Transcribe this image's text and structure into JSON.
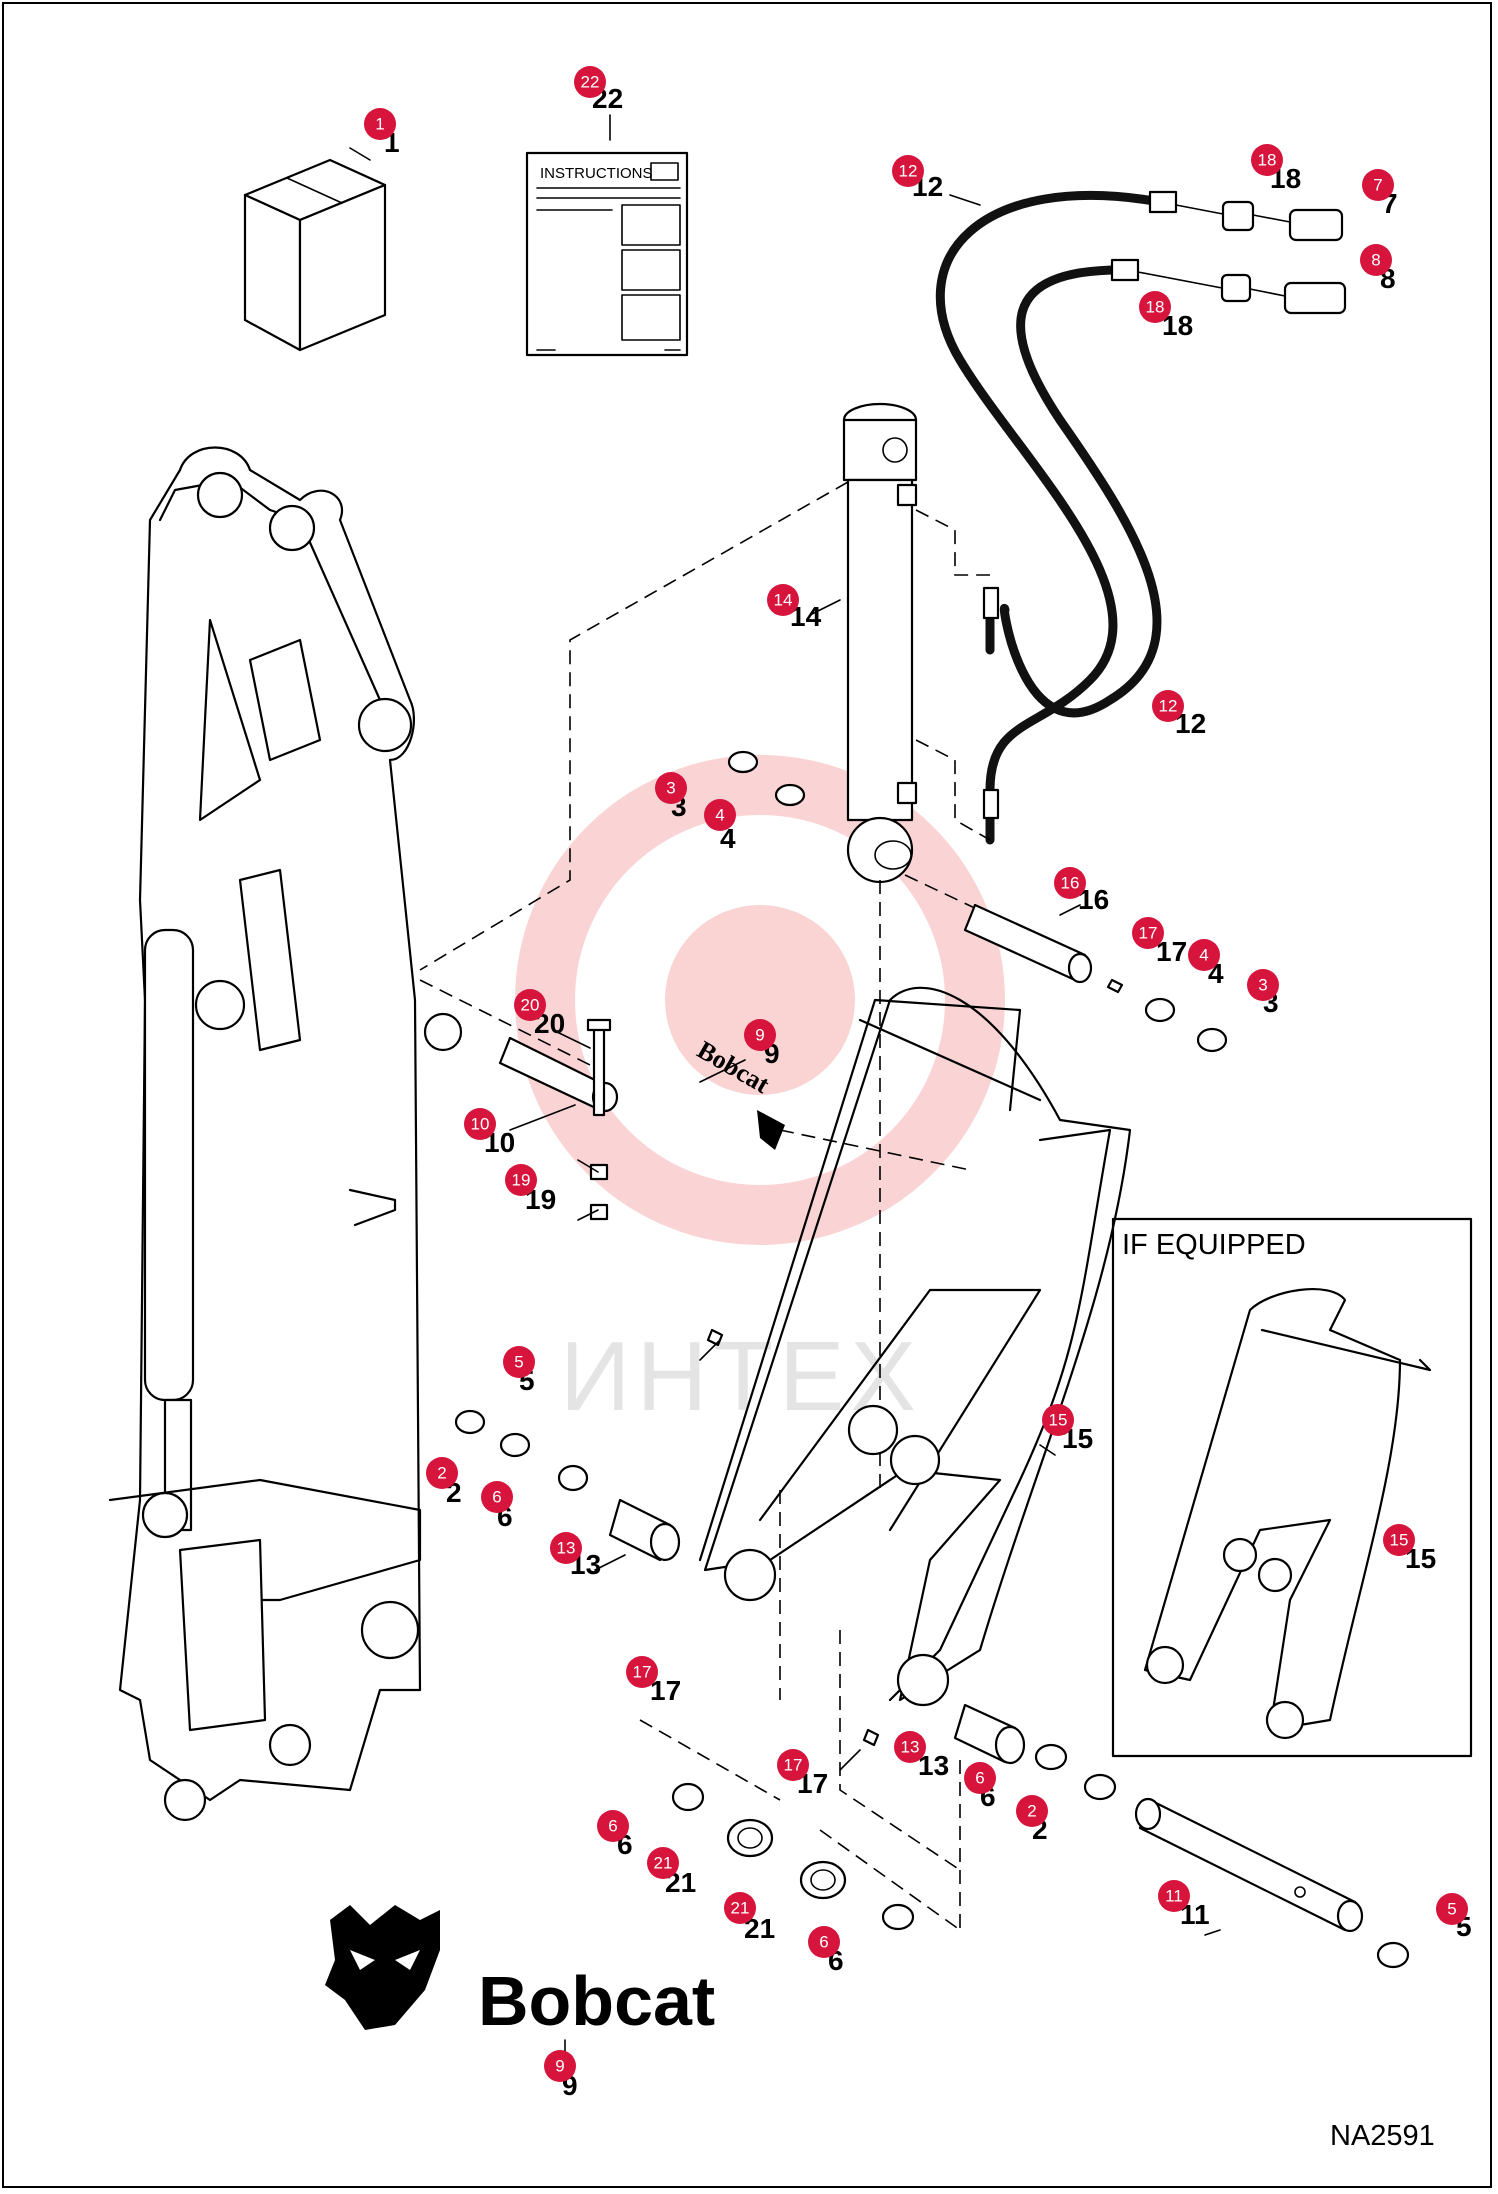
{
  "drawing_number": "NA2591",
  "inset_title": "IF EQUIPPED",
  "instructions_label": "INSTRUCTIONS",
  "brand_name": "Bobcat",
  "decal_text": "Bobcat",
  "watermark_text": "ИНТЕХ",
  "badge_color": "#d6143c",
  "callouts": [
    {
      "id": "c1",
      "label": "1"
    },
    {
      "id": "c22",
      "label": "22"
    },
    {
      "id": "c12a",
      "label": "12"
    },
    {
      "id": "c18a",
      "label": "18"
    },
    {
      "id": "c7",
      "label": "7"
    },
    {
      "id": "c8",
      "label": "8"
    },
    {
      "id": "c18b",
      "label": "18"
    },
    {
      "id": "c14",
      "label": "14"
    },
    {
      "id": "c12b",
      "label": "12"
    },
    {
      "id": "c3a",
      "label": "3"
    },
    {
      "id": "c4a",
      "label": "4"
    },
    {
      "id": "c16",
      "label": "16"
    },
    {
      "id": "c17a",
      "label": "17"
    },
    {
      "id": "c4b",
      "label": "4"
    },
    {
      "id": "c3b",
      "label": "3"
    },
    {
      "id": "c20",
      "label": "20"
    },
    {
      "id": "c9a",
      "label": "9"
    },
    {
      "id": "c10",
      "label": "10"
    },
    {
      "id": "c19",
      "label": "19"
    },
    {
      "id": "c5a",
      "label": "5"
    },
    {
      "id": "c2a",
      "label": "2"
    },
    {
      "id": "c6a",
      "label": "6"
    },
    {
      "id": "c13a",
      "label": "13"
    },
    {
      "id": "c15a",
      "label": "15"
    },
    {
      "id": "c15b",
      "label": "15"
    },
    {
      "id": "c17b",
      "label": "17"
    },
    {
      "id": "c17c",
      "label": "17"
    },
    {
      "id": "c13b",
      "label": "13"
    },
    {
      "id": "c6b",
      "label": "6"
    },
    {
      "id": "c2b",
      "label": "2"
    },
    {
      "id": "c6c",
      "label": "6"
    },
    {
      "id": "c21a",
      "label": "21"
    },
    {
      "id": "c21b",
      "label": "21"
    },
    {
      "id": "c6d",
      "label": "6"
    },
    {
      "id": "c11",
      "label": "11"
    },
    {
      "id": "c5b",
      "label": "5"
    },
    {
      "id": "c9b",
      "label": "9"
    }
  ]
}
